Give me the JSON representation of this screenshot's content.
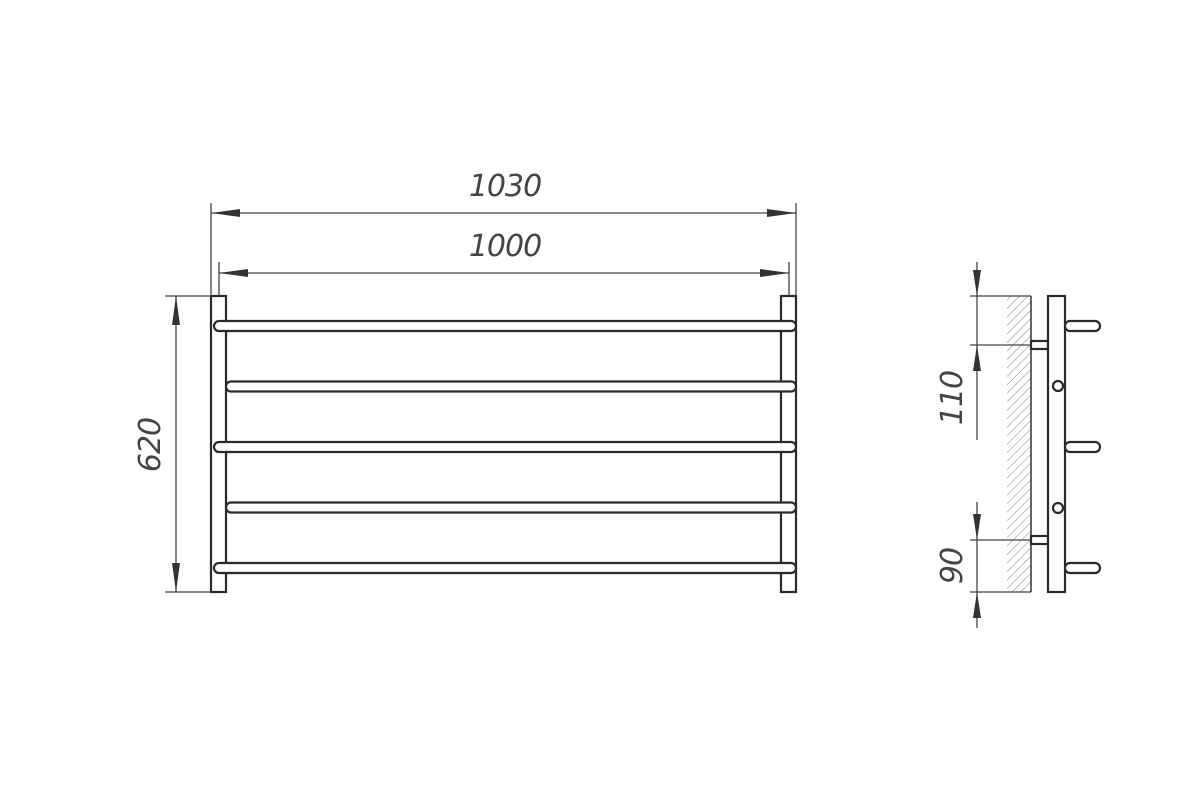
{
  "dimensions": {
    "overall_width": "1030",
    "inner_width": "1000",
    "height": "620",
    "top_offset": "110",
    "bottom_offset": "90"
  },
  "front_view": {
    "bar_count": 5
  },
  "side_view": {
    "mount_pins": 3,
    "fixing_points": 2
  },
  "colors": {
    "line": "#333333",
    "background": "#ffffff"
  }
}
